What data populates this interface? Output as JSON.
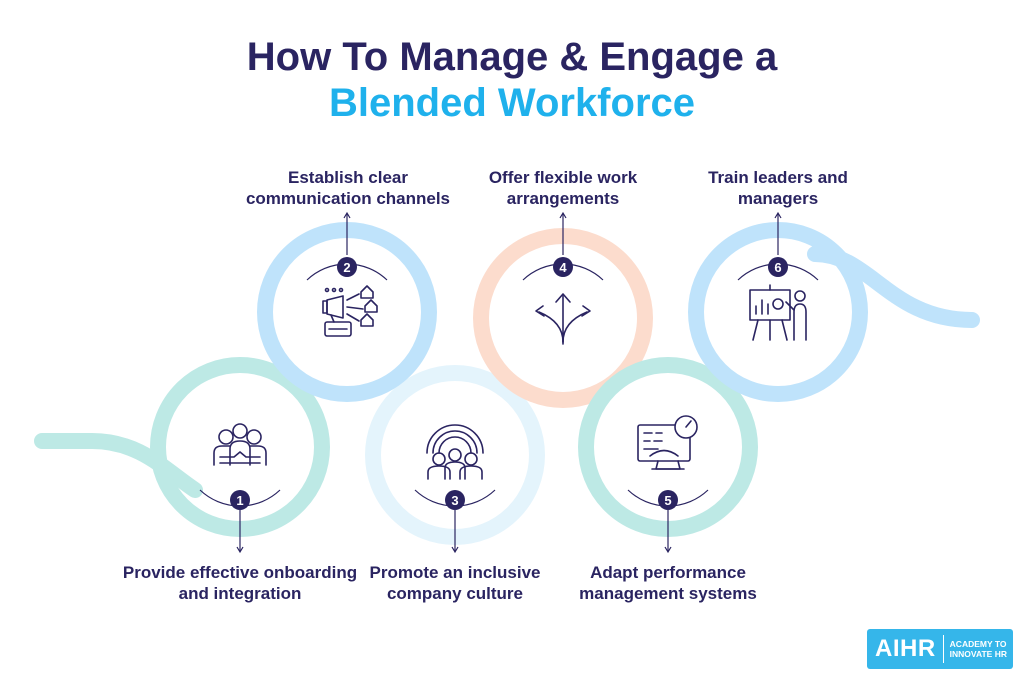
{
  "title": {
    "line1": "How To Manage & Engage a",
    "line2": "Blended Workforce"
  },
  "steps": [
    {
      "number": "1",
      "label": "Provide effective onboarding and integration",
      "icon": "team-handshake-icon",
      "color": "#bde9e5"
    },
    {
      "number": "2",
      "label": "Establish clear communication channels",
      "icon": "megaphone-houses-icon",
      "color": "#bfe3fb"
    },
    {
      "number": "3",
      "label": "Promote an inclusive company culture",
      "icon": "diverse-people-rainbow-icon",
      "color": "#e4f4fc"
    },
    {
      "number": "4",
      "label": "Offer flexible work arrangements",
      "icon": "three-way-arrows-icon",
      "color": "#fcdccd"
    },
    {
      "number": "5",
      "label": "Adapt performance management systems",
      "icon": "monitor-gauge-icon",
      "color": "#bde9e5"
    },
    {
      "number": "6",
      "label": "Train leaders and managers",
      "icon": "presentation-board-icon",
      "color": "#bfe3fb"
    }
  ],
  "colors": {
    "navy": "#2a2461",
    "accent_blue": "#1fb1ec"
  },
  "logo": {
    "brand": "AIHR",
    "tagline_line1": "ACADEMY TO",
    "tagline_line2": "INNOVATE HR",
    "color": "#35b6ea"
  }
}
